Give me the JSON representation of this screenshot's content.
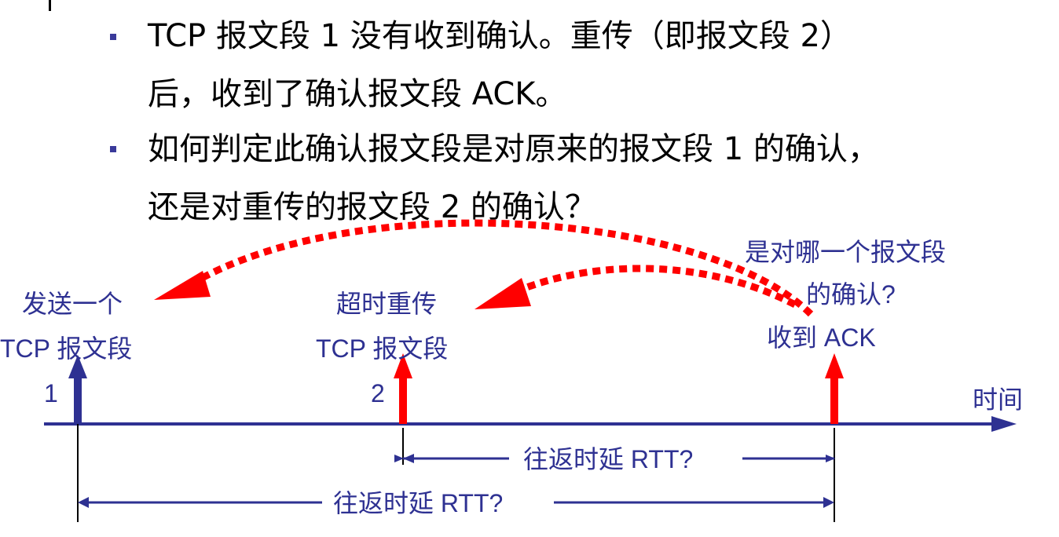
{
  "bullets": [
    {
      "line1": "TCP 报文段 1 没有收到确认。重传（即报文段 2）",
      "line2": "后，收到了确认报文段 ACK。"
    },
    {
      "line1": "如何判定此确认报文段是对原来的报文段 1 的确认，",
      "line2": "还是对重传的报文段 2 的确认？"
    }
  ],
  "diagram": {
    "send_label_1": "发送一个",
    "send_label_2": "TCP 报文段",
    "retrans_label_1": "超时重传",
    "retrans_label_2": "TCP 报文段",
    "question_1": "是对哪一个报文段",
    "question_2": "的确认?",
    "ack_label": "收到 ACK",
    "segment_1": "1",
    "segment_2": "2",
    "time_axis": "时间",
    "rtt_short": "往返时延 RTT?",
    "rtt_long": "往返时延 RTT?"
  },
  "colors": {
    "axis": "#2e3192",
    "original_segment": "#2e3192",
    "retransmission": "#ff0000",
    "dashed_arrow": "#ff0000"
  }
}
